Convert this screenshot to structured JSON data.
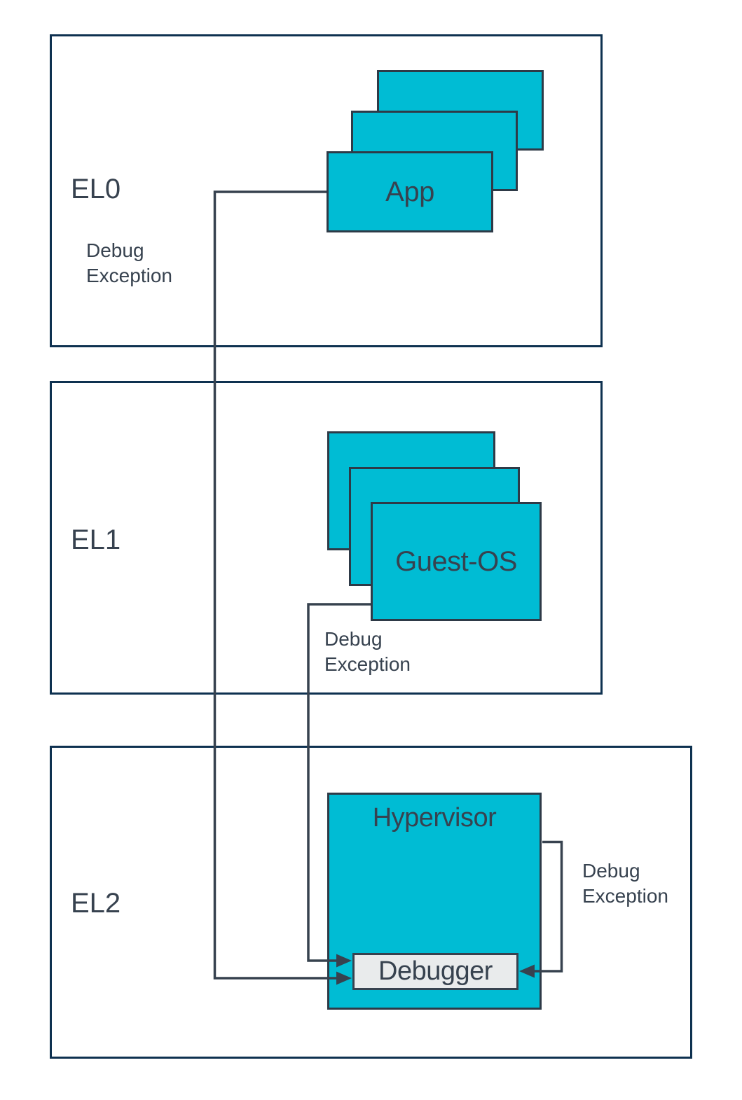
{
  "diagram": {
    "colors": {
      "accent_cyan": "#00bcd4",
      "outer_box_border_navy": "#0e3150",
      "inner_border_slate": "#2e3a47",
      "connector_line_slate": "#37424f",
      "text_slate": "#37424f",
      "debugger_fill_gray": "#e9ebec",
      "background": "#ffffff"
    },
    "levels": {
      "el0": {
        "label": "EL0",
        "exception_label": "Debug Exception",
        "app_label": "App"
      },
      "el1": {
        "label": "EL1",
        "exception_label": "Debug Exception",
        "guest_os_label": "Guest-OS"
      },
      "el2": {
        "label": "EL2",
        "exception_label": "Debug Exception",
        "hypervisor_label": "Hypervisor",
        "debugger_label": "Debugger"
      }
    }
  }
}
